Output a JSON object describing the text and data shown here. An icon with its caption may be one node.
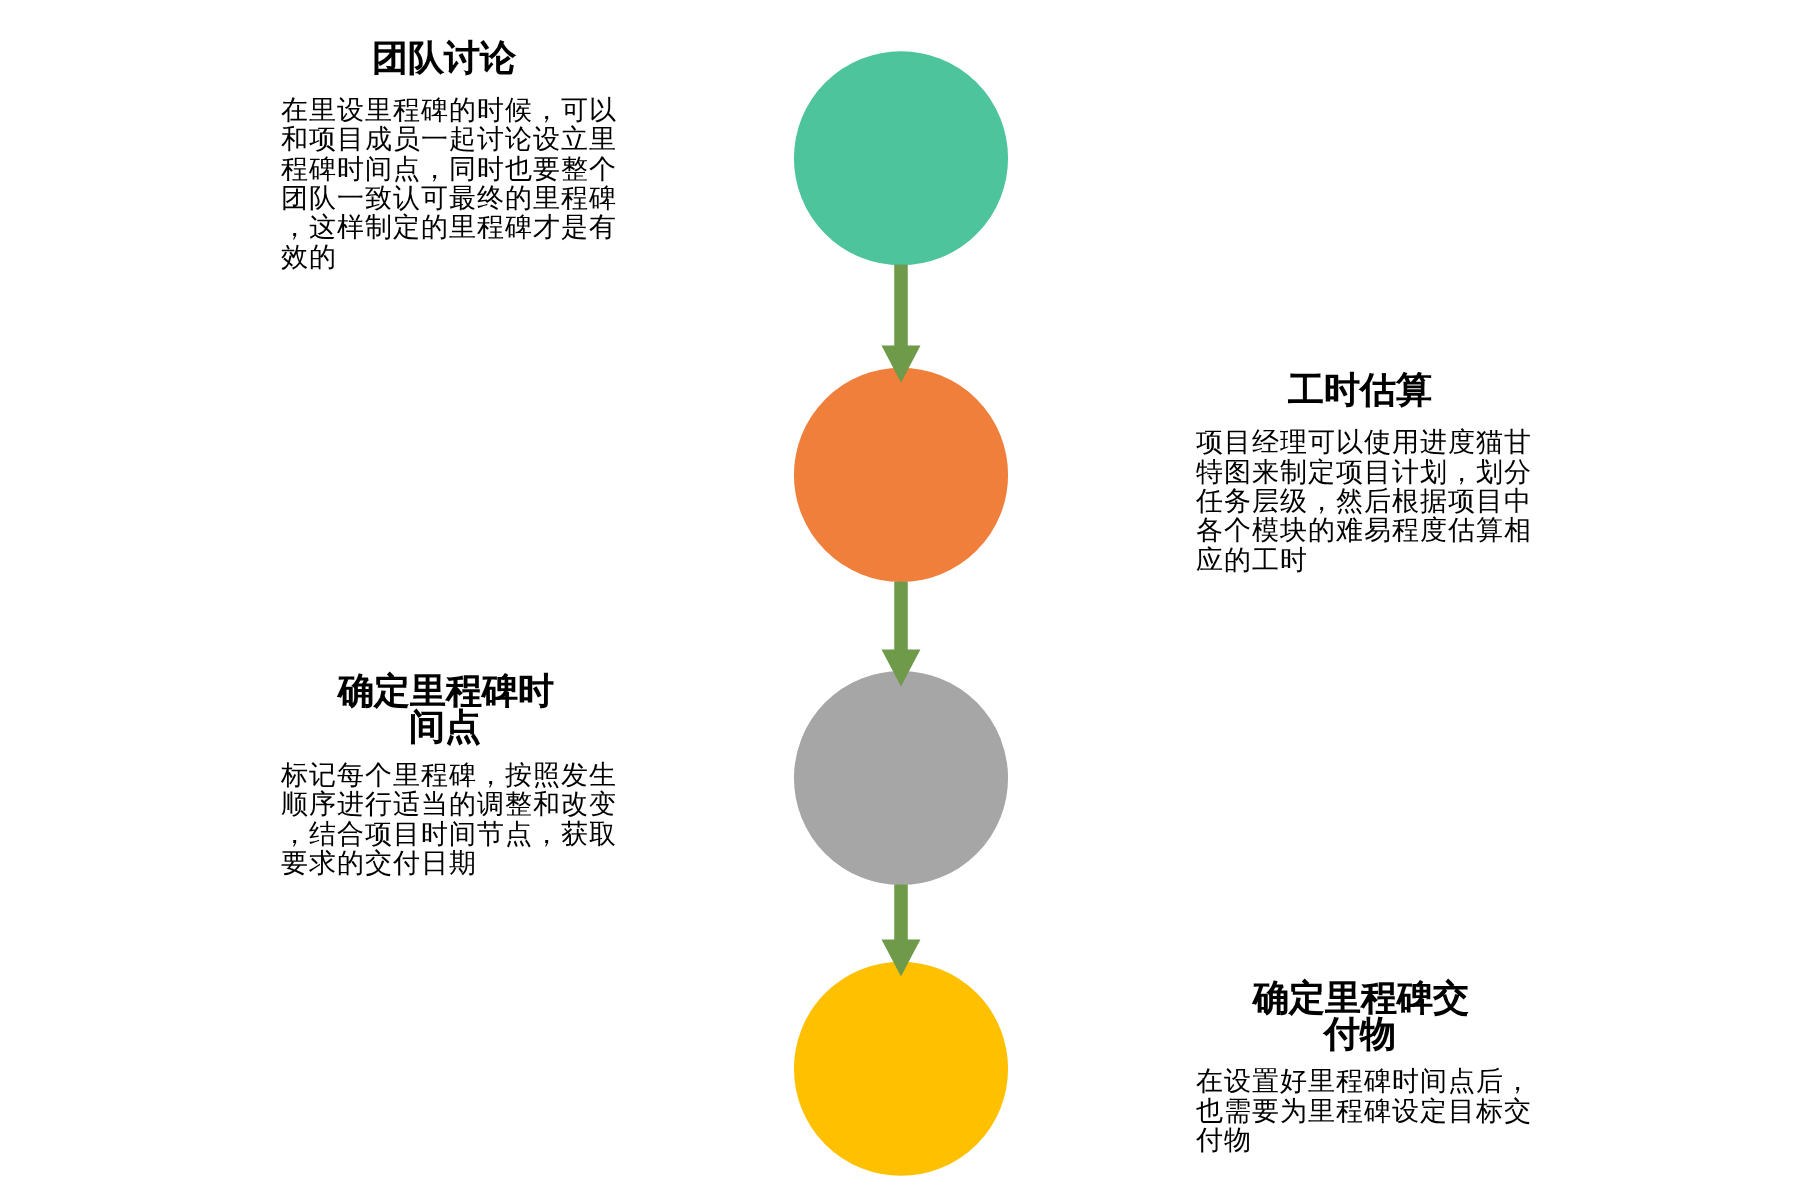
{
  "diagram": {
    "nodes": [
      {
        "text": [],
        "shape": "circle",
        "beside": [
          "团队讨论",
          "在里设里程碑的时候，可以和项目成员一起讨论设立里程碑时间点，同时也要整个团队一致认可最终的里程碑，这样制定的里程碑才是有效的"
        ]
      },
      {
        "text": [],
        "shape": "circle",
        "beside": [
          "工时估算",
          "项目经理可以使用进度猫甘特图来制定项目计划，划分任务层级，然后根据项目中各个模块的难易程度估算相应的工时"
        ]
      },
      {
        "text": [],
        "shape": "circle",
        "beside": [
          "确定里程碑时间点",
          "标记每个里程碑，按照发生顺序进行适当的调整和改变，结合项目时间节点，获取要求的交付日期"
        ]
      },
      {
        "text": [],
        "shape": "circle",
        "beside": [
          "确定里程碑交付物",
          "在设置好里程碑时间点后，也需要为里程碑设定目标交付物"
        ]
      }
    ],
    "edges": [
      {
        "from": 0,
        "to": 1,
        "arrow": "to"
      },
      {
        "from": 1,
        "to": 2,
        "arrow": "to"
      },
      {
        "from": 2,
        "to": 3,
        "arrow": "to"
      }
    ]
  }
}
